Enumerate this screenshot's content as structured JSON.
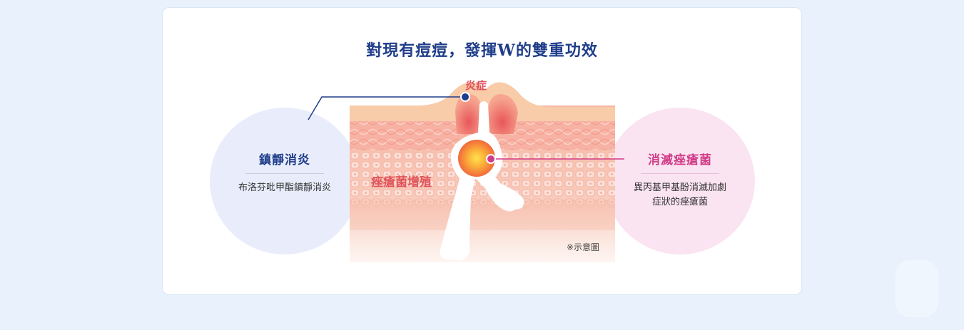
{
  "title": "對現有痘痘，發揮W的雙重功效",
  "left_panel": {
    "heading": "鎮靜消炎",
    "description": "布洛芬吡甲酯鎮靜消炎"
  },
  "right_panel": {
    "heading": "消滅痤瘡菌",
    "description": "異丙基甲基酚消滅加劇症狀的痤瘡菌"
  },
  "diagram": {
    "label_inflammation": "炎症",
    "label_bacteria": "痤瘡菌增殖",
    "note": "※示意圖"
  },
  "colors": {
    "navy": "#1f3d8a",
    "pink": "#d13c87",
    "red_label": "#e0505a",
    "skin_top": "#f6c7a8",
    "skin_mid": "#f7b3a6"
  }
}
